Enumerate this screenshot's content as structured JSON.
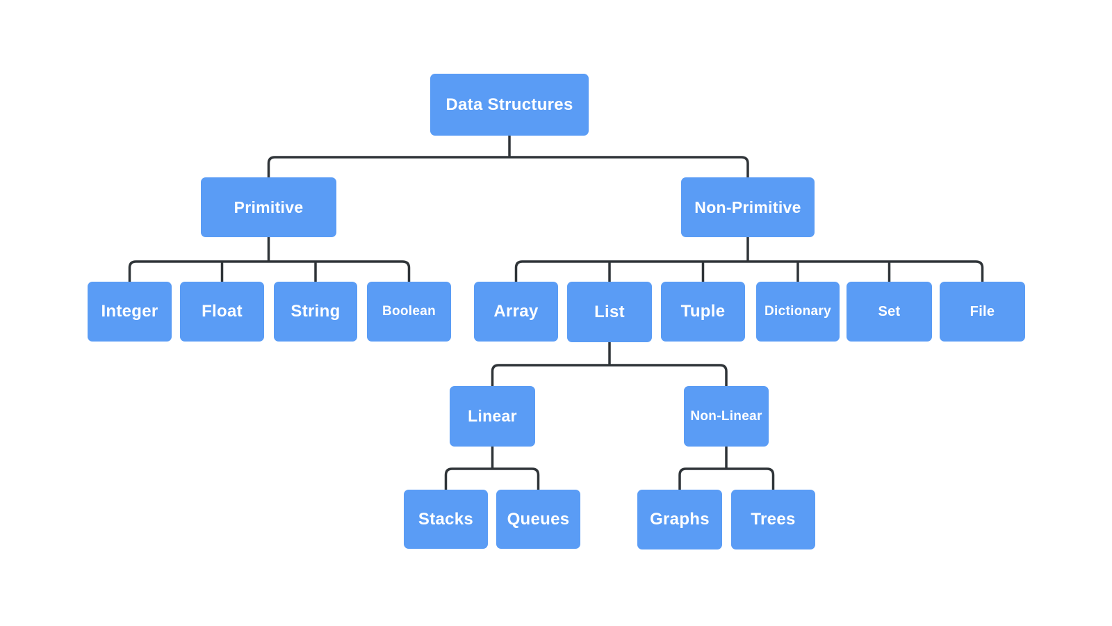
{
  "diagram": {
    "type": "tree",
    "root_label": "Data Structures",
    "colors": {
      "node_fill": "#5a9cf5",
      "node_text": "#ffffff",
      "connector": "#2f3438",
      "canvas_bg": "#ffffff"
    },
    "nodes": {
      "data_structures": {
        "label": "Data Structures"
      },
      "primitive": {
        "label": "Primitive"
      },
      "non_primitive": {
        "label": "Non-Primitive"
      },
      "integer": {
        "label": "Integer"
      },
      "float": {
        "label": "Float"
      },
      "string": {
        "label": "String"
      },
      "boolean": {
        "label": "Boolean"
      },
      "array": {
        "label": "Array"
      },
      "list": {
        "label": "List"
      },
      "tuple": {
        "label": "Tuple"
      },
      "dictionary": {
        "label": "Dictionary"
      },
      "set": {
        "label": "Set"
      },
      "file": {
        "label": "File"
      },
      "linear": {
        "label": "Linear"
      },
      "non_linear": {
        "label": "Non-Linear"
      },
      "stacks": {
        "label": "Stacks"
      },
      "queues": {
        "label": "Queues"
      },
      "graphs": {
        "label": "Graphs"
      },
      "trees": {
        "label": "Trees"
      }
    },
    "edges": [
      {
        "from": "Data Structures",
        "to": "Primitive"
      },
      {
        "from": "Data Structures",
        "to": "Non-Primitive"
      },
      {
        "from": "Primitive",
        "to": "Integer"
      },
      {
        "from": "Primitive",
        "to": "Float"
      },
      {
        "from": "Primitive",
        "to": "String"
      },
      {
        "from": "Primitive",
        "to": "Boolean"
      },
      {
        "from": "Non-Primitive",
        "to": "Array"
      },
      {
        "from": "Non-Primitive",
        "to": "List"
      },
      {
        "from": "Non-Primitive",
        "to": "Tuple"
      },
      {
        "from": "Non-Primitive",
        "to": "Dictionary"
      },
      {
        "from": "Non-Primitive",
        "to": "Set"
      },
      {
        "from": "Non-Primitive",
        "to": "File"
      },
      {
        "from": "List",
        "to": "Linear"
      },
      {
        "from": "List",
        "to": "Non-Linear"
      },
      {
        "from": "Linear",
        "to": "Stacks"
      },
      {
        "from": "Linear",
        "to": "Queues"
      },
      {
        "from": "Non-Linear",
        "to": "Graphs"
      },
      {
        "from": "Non-Linear",
        "to": "Trees"
      }
    ]
  }
}
